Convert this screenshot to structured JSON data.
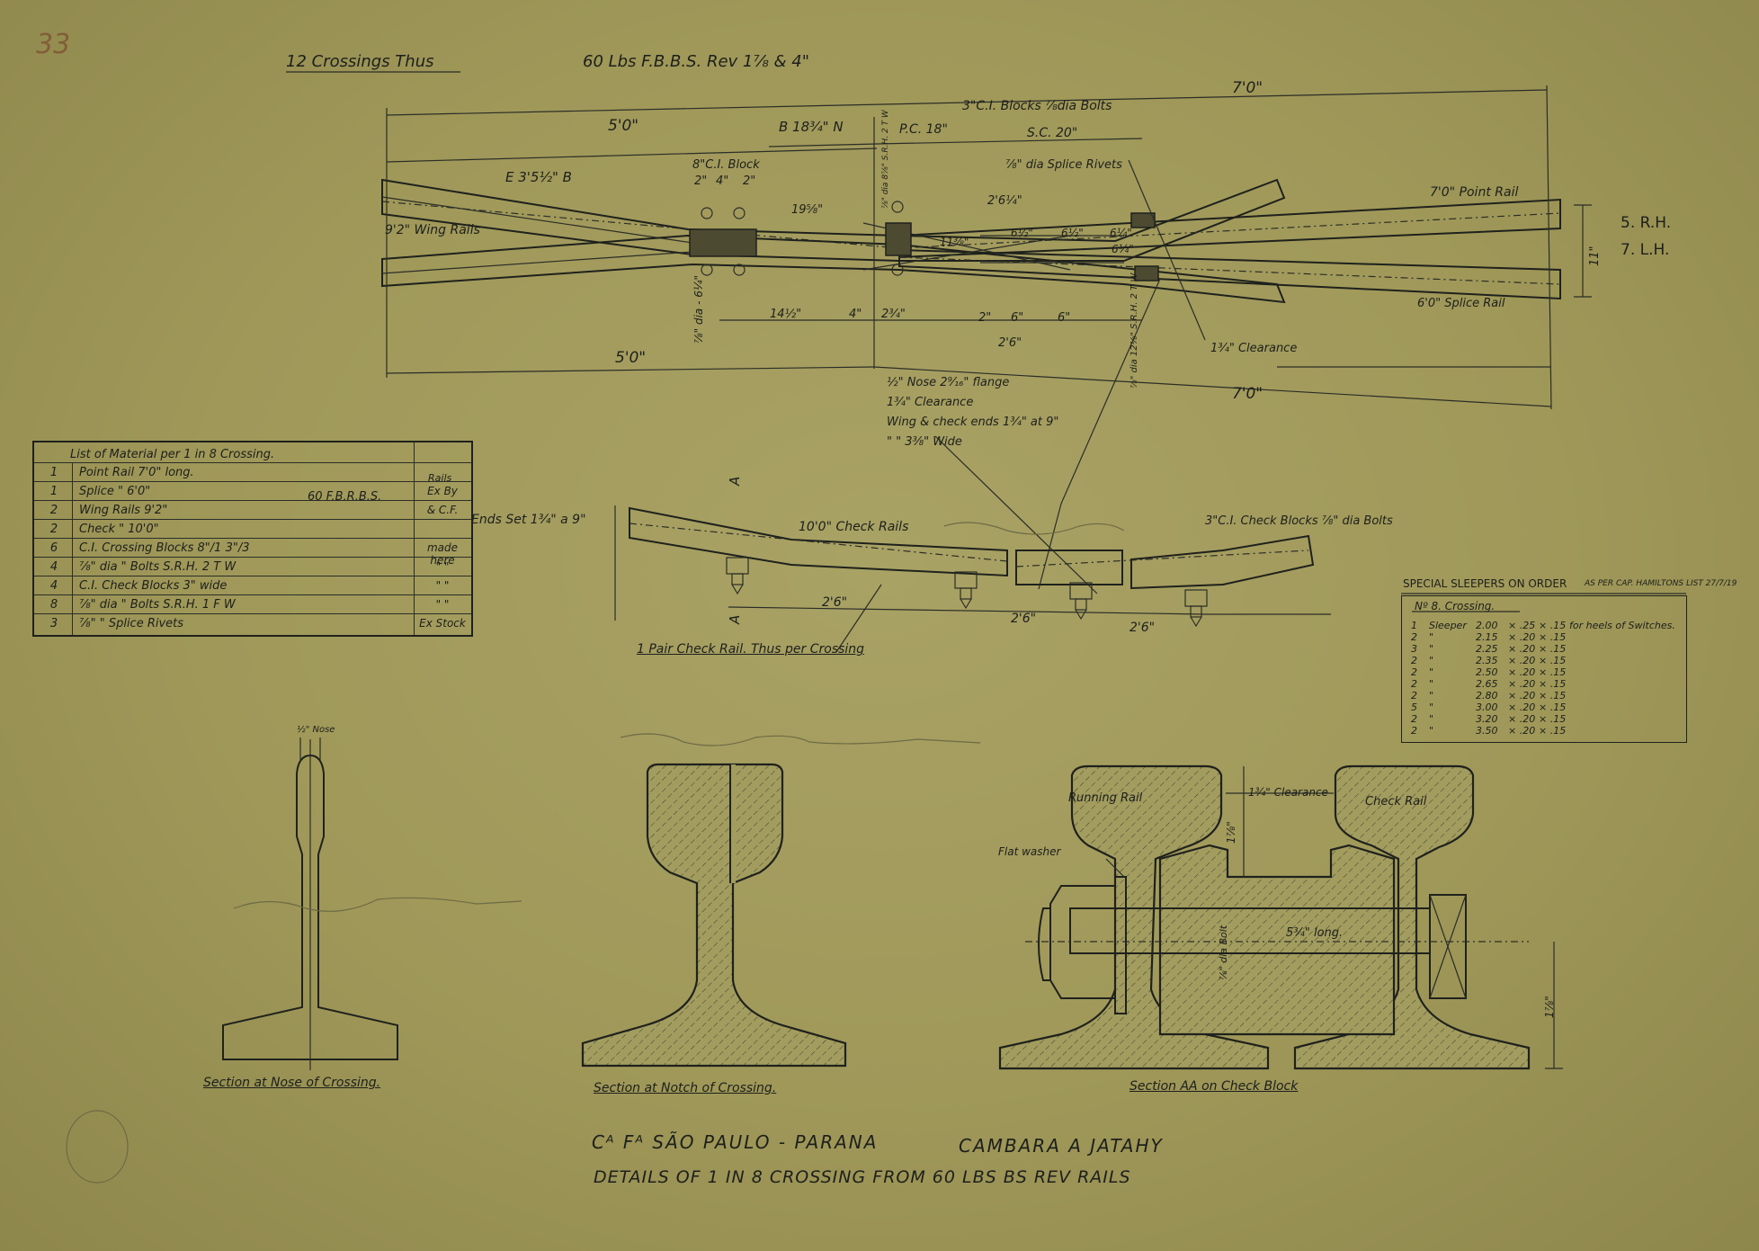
{
  "header": {
    "crossings_note": "12 Crossings Thus",
    "rail_spec": "60 Lbs F.B.B.S. Rev  1⅞ & 4\"",
    "sheet_number": "33"
  },
  "plan": {
    "dims": {
      "overall_top": "7'0\"",
      "left_top": "5'0\"",
      "b_dim": "B  18¾\" N",
      "pc": "P.C. 18\"",
      "sc": "S.C. 20\"",
      "ci_blocks": "3\"C.I. Blocks ⅞dia Bolts",
      "ci_block": "8\"C.I. Block",
      "block_2a": "2\"",
      "block_4": "4\"",
      "block_2b": "2\"",
      "splice_rivets": "⅞\" dia Splice Rivets",
      "e_dim": "E  3'5½\" B",
      "wing_rails": "9'2\" Wing Rails",
      "d_19": "19⅝\"",
      "d_26": "2'6¼\"",
      "d_11": "11⅜\"",
      "d_6a": "6½\"",
      "d_6b": "6½\"",
      "d_6c": "6¼\"",
      "d_6d": "6¼\"",
      "point_rail": "7'0\" Point Rail",
      "splice_rail": "6'0\" Splice Rail",
      "hand_sr": "5. R.H.",
      "hand_lr": "7. L.H.",
      "width_11": "11\"",
      "bolt_left": "⅞\" dia - 6¼\"",
      "bolt_mid": "⅞\" dia 8⅞\" S.R.H. 2 T W",
      "bolt_right": "⅞\" dia 12⅛\" S.R.H. 2 T W",
      "d_14": "14½\"",
      "d_4": "4\"",
      "d_2b": "2¾\"",
      "d_2": "2\"",
      "d_6e": "6\"",
      "d_6f": "6\"",
      "d_2_6": "2'6\"",
      "left_bottom": "5'0\"",
      "overall_bottom": "7'0\"",
      "clearance_a": "1¾\" Clearance",
      "nose": "½\" Nose  2⁹⁄₁₆\" flange",
      "clearance_b": "1¾\" Clearance",
      "wing_check": "Wing & check ends  1¾\" at 9\"",
      "wide": "\"   \"   3⅜\" Wide"
    }
  },
  "material_list": {
    "title": "List of Material per  1 in 8 Crossing.",
    "header_note": "Rails",
    "rail_type": "60  F.B.R.B.S.",
    "rows": [
      {
        "qty": "1",
        "desc": "Point Rail   7'0\"  long.",
        "note": ""
      },
      {
        "qty": "1",
        "desc": "Splice   \"    6'0\"",
        "note": "Ex By"
      },
      {
        "qty": "2",
        "desc": "Wing Rails  9'2\"",
        "note": "& C.F."
      },
      {
        "qty": "2",
        "desc": "Check   \"   10'0\"",
        "note": ""
      },
      {
        "qty": "6",
        "desc": "C.I. Crossing Blocks   8\"/1   3\"/3",
        "note": "made here"
      },
      {
        "qty": "4",
        "desc": "⅞\" dia   \"   Bolts   S.R.H. 2 T W",
        "note": "\"   \""
      },
      {
        "qty": "4",
        "desc": "C.I. Check   Blocks  3\" wide",
        "note": "\"   \""
      },
      {
        "qty": "8",
        "desc": "⅞\" dia   \"   Bolts   S.R.H.  1 F W",
        "note": "\"   \""
      },
      {
        "qty": "3",
        "desc": "⅞\"  \"    Splice Rivets",
        "note": "Ex Stock"
      }
    ]
  },
  "check_rails": {
    "ends_set": "Ends Set 1¾\" a 9\"",
    "label": "10'0\" Check Rails",
    "blocks": "3\"C.I. Check Blocks ⅞\" dia Bolts",
    "section_mark": "A",
    "d1": "2'6\"",
    "d2": "2'6\"",
    "d3": "2'6\"",
    "caption": "1 Pair Check Rail. Thus per Crossing"
  },
  "sleepers": {
    "title": "Special Sleepers on Order",
    "title_note": "as per Cap. Hamiltons List 27/7/19",
    "subtitle": "Nº 8. Crossing.",
    "rows": [
      {
        "qty": "1",
        "item": "Sleeper",
        "l": "2.00",
        "w": "× .25",
        "d": "× .15",
        "note": "for heels of Switches."
      },
      {
        "qty": "2",
        "item": "\"",
        "l": "2.15",
        "w": "× .20",
        "d": "× .15",
        "note": ""
      },
      {
        "qty": "3",
        "item": "\"",
        "l": "2.25",
        "w": "× .20",
        "d": "× .15",
        "note": ""
      },
      {
        "qty": "2",
        "item": "\"",
        "l": "2.35",
        "w": "× .20",
        "d": "× .15",
        "note": ""
      },
      {
        "qty": "2",
        "item": "\"",
        "l": "2.50",
        "w": "× .20",
        "d": "× .15",
        "note": ""
      },
      {
        "qty": "2",
        "item": "\"",
        "l": "2.65",
        "w": "× .20",
        "d": "× .15",
        "note": ""
      },
      {
        "qty": "2",
        "item": "\"",
        "l": "2.80",
        "w": "× .20",
        "d": "× .15",
        "note": ""
      },
      {
        "qty": "5",
        "item": "\"",
        "l": "3.00",
        "w": "× .20",
        "d": "× .15",
        "note": ""
      },
      {
        "qty": "2",
        "item": "\"",
        "l": "3.20",
        "w": "× .20",
        "d": "× .15",
        "note": ""
      },
      {
        "qty": "2",
        "item": "\"",
        "l": "3.50",
        "w": "× .20",
        "d": "× .15",
        "note": ""
      }
    ]
  },
  "sections": {
    "nose": {
      "label": "½\" Nose",
      "caption": "Section at Nose of Crossing."
    },
    "notch": {
      "caption": "Section at Notch of Crossing."
    },
    "aa": {
      "caption": "Section AA on Check Block",
      "running_rail": "Running Rail",
      "check_rail": "Check Rail",
      "clearance": "1¾\" Clearance",
      "flat_washer": "Flat washer",
      "bolt_dia": "⅞\" dia Bolt",
      "bolt_len": "5¾\" long.",
      "h1": "1⅞\"",
      "h2": "1⅞\""
    }
  },
  "title_block": {
    "company": "Cᴬ Fᴬ São Paulo - Parana",
    "line": "Cambara a Jatahy",
    "title": "Details of  1 in 8  Crossing from  60 Lbs BS Rev Rails"
  }
}
